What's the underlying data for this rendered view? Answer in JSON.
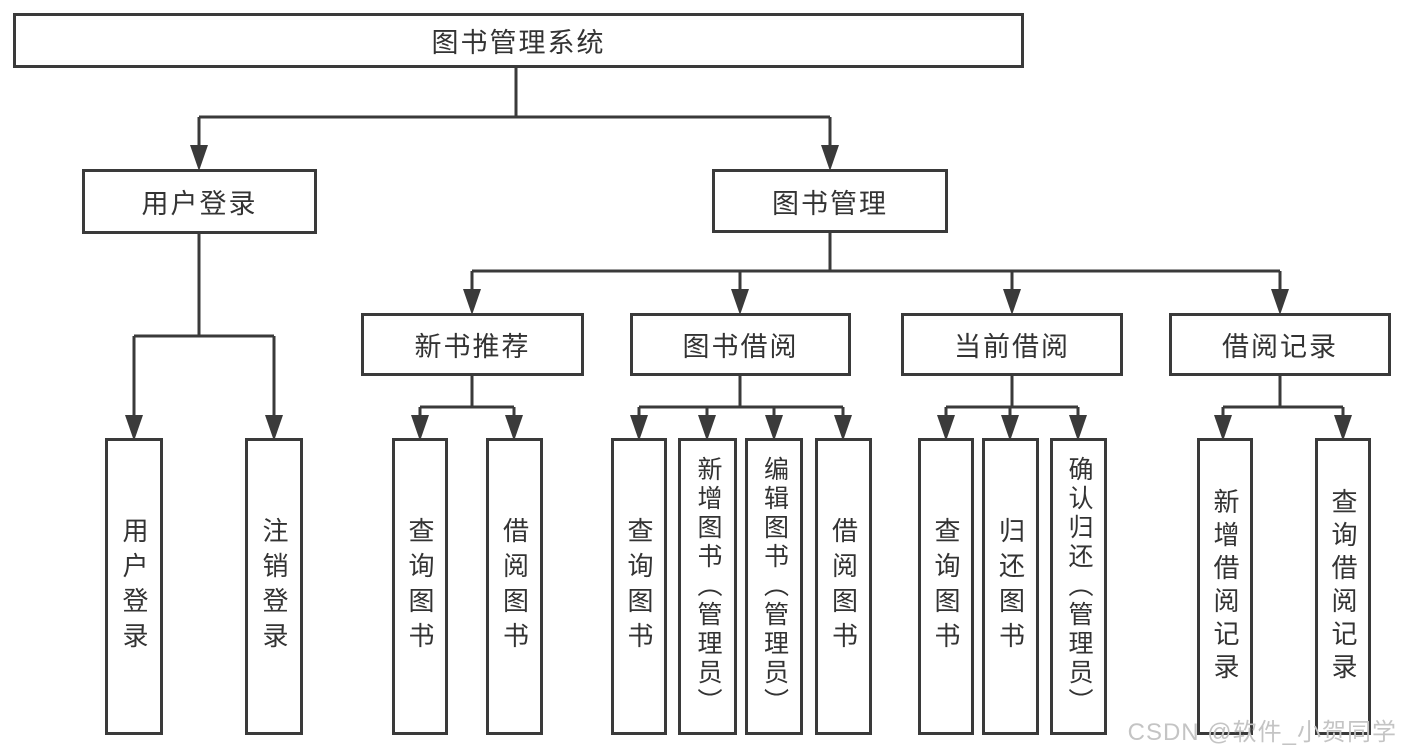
{
  "nodes": {
    "root": "图书管理系统",
    "user_login": "用户登录",
    "book_mgmt": "图书管理",
    "new_book_rec": "新书推荐",
    "book_borrow": "图书借阅",
    "current_borrow": "当前借阅",
    "borrow_records": "借阅记录",
    "leaf_user_login": "用户登录",
    "leaf_logout": "注销登录",
    "leaf_rec_query": "查询图书",
    "leaf_rec_borrow": "借阅图书",
    "leaf_bb_query": "查询图书",
    "leaf_bb_add": "新增图书（管理员）",
    "leaf_bb_edit": "编辑图书（管理员）",
    "leaf_bb_borrow": "借阅图书",
    "leaf_cb_query": "查询图书",
    "leaf_cb_return": "归还图书",
    "leaf_cb_confirm": "确认归还（管理员）",
    "leaf_br_add": "新增借阅记录",
    "leaf_br_query": "查询借阅记录"
  },
  "watermark": "CSDN @软件_小贺同学",
  "colors": {
    "line": "#3a3a3a",
    "text": "#333333",
    "watermark": "#c4c4c4",
    "background": "#ffffff"
  }
}
